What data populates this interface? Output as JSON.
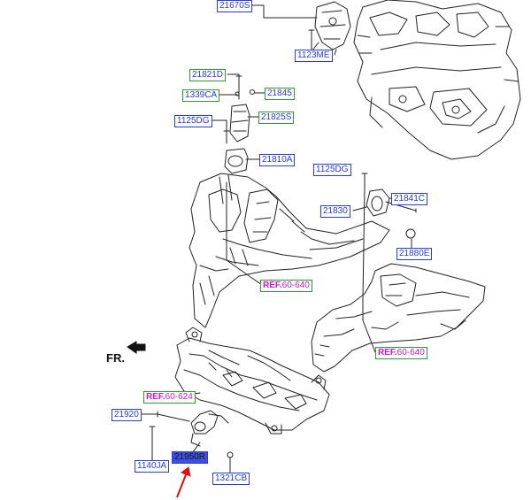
{
  "labels": {
    "p21670S": "21670S",
    "p1123ME": "1123ME",
    "p21821D": "21821D",
    "p1339CA": "1339CA",
    "p21845": "21845",
    "p1125DG_a": "1125DG",
    "p21825S": "21825S",
    "p21810A": "21810A",
    "p1125DG_b": "1125DG",
    "p21841C": "21841C",
    "p21830": "21830",
    "p21880E": "21880E",
    "p21920": "21920",
    "p1140JA": "1140JA",
    "p21950R": "21950R",
    "p1321CB": "1321CB"
  },
  "refs": {
    "r1": {
      "prefix": "REF.",
      "code": "60-640"
    },
    "r2": {
      "prefix": "REF.",
      "code": "60-640"
    },
    "r3": {
      "prefix": "REF.",
      "code": "60-624"
    }
  },
  "direction": {
    "text": "FR."
  },
  "colors": {
    "label_border": "#2a3bd8",
    "label_text": "#2a3bd8",
    "ref_border": "#2f9a2f",
    "ref_text": "#c81bd0",
    "highlight": "#3b4fe0",
    "pointer_arrow": "#e01010",
    "line_art": "#222222"
  }
}
